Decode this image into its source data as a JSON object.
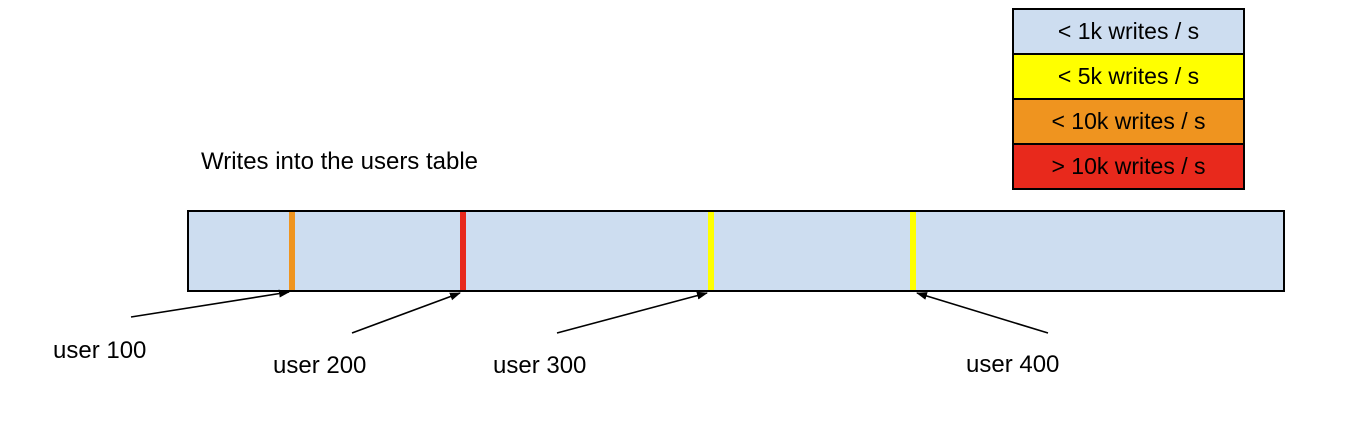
{
  "title": "Writes into the users table",
  "colors": {
    "bar_fill": "#cdddf0",
    "blue": "#cdddf0",
    "yellow": "#ffff00",
    "orange": "#ef941f",
    "red": "#e8291c",
    "outline": "#000000"
  },
  "legend": {
    "items": [
      {
        "label": "< 1k writes / s",
        "color": "#cdddf0"
      },
      {
        "label": "< 5k writes / s",
        "color": "#ffff00"
      },
      {
        "label": "< 10k writes / s",
        "color": "#ef941f"
      },
      {
        "label": "> 10k writes / s",
        "color": "#e8291c"
      }
    ]
  },
  "markers": [
    {
      "label": "user 100",
      "rate_category": "< 10k writes / s",
      "color": "#ef941f"
    },
    {
      "label": "user 200",
      "rate_category": "> 10k writes / s",
      "color": "#e8291c"
    },
    {
      "label": "user 300",
      "rate_category": "< 5k writes / s",
      "color": "#ffff00"
    },
    {
      "label": "user 400",
      "rate_category": "< 5k writes / s",
      "color": "#ffff00"
    }
  ]
}
